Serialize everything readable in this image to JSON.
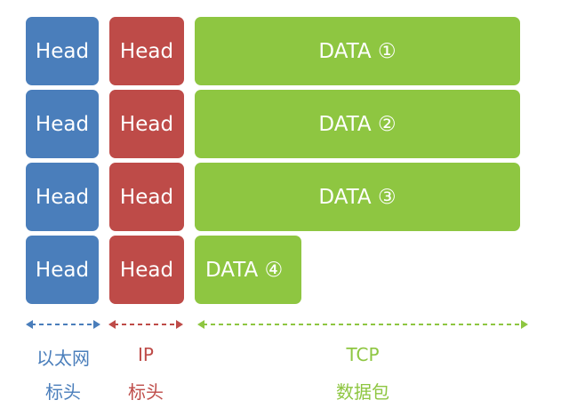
{
  "colors": {
    "ethernet": "#4a7ebb",
    "ip": "#be4b48",
    "tcp": "#8ec641"
  },
  "rows": [
    {
      "eth_head": "Head",
      "ip_head": "Head",
      "data": "DATA ①"
    },
    {
      "eth_head": "Head",
      "ip_head": "Head",
      "data": "DATA ②"
    },
    {
      "eth_head": "Head",
      "ip_head": "Head",
      "data": "DATA ③"
    },
    {
      "eth_head": "Head",
      "ip_head": "Head",
      "data": "DATA ④"
    }
  ],
  "legend": {
    "ethernet": {
      "line1": "以太网",
      "line2": "标头"
    },
    "ip": {
      "line1": "IP",
      "line2": "标头"
    },
    "tcp": {
      "line1": "TCP",
      "line2": "数据包"
    }
  }
}
